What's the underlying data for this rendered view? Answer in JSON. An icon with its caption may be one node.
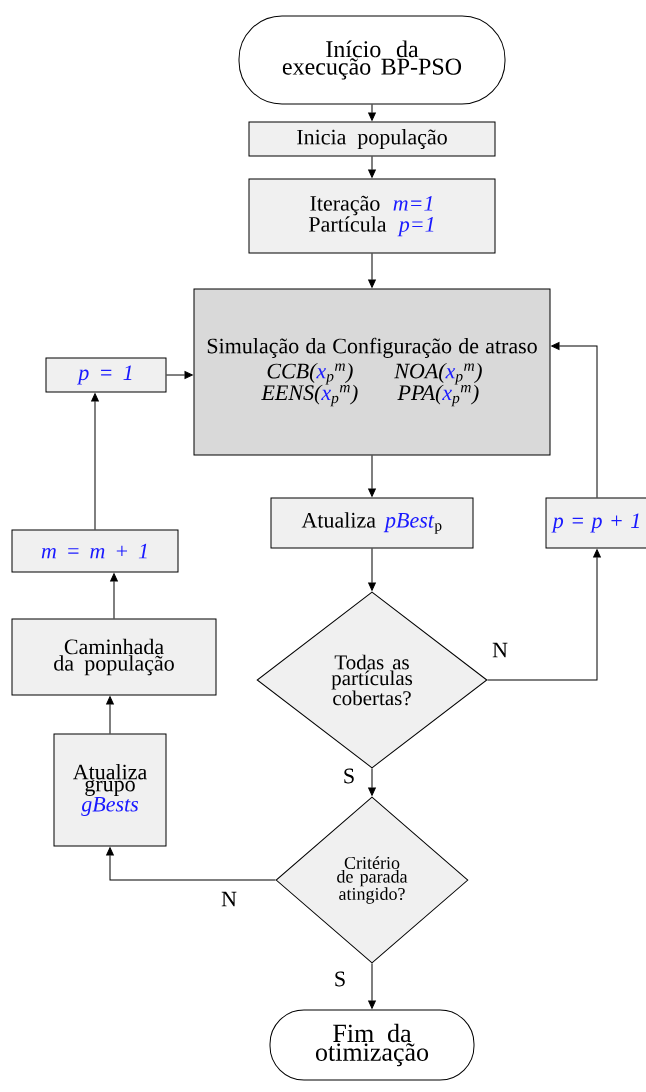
{
  "diagram": {
    "nodes": [
      {
        "text": [
          "Início da execução BP-PSO"
        ]
      },
      {
        "text": [
          "Inicia população"
        ]
      },
      {
        "text": [
          "Iteração *m=1*",
          "Partícula *p=1*"
        ]
      },
      {
        "text": [
          "Simulação da Configuração de atraso",
          "CCB(*x*$_{p}$$^{m}$)",
          "NOA(*x*$_{p}$$^{m}$)",
          "EENS(*x*$_{p}$$^{m}$)",
          "PPA(*x*$_{p}$$^{m}$)"
        ]
      },
      {
        "text": [
          "p = 1"
        ]
      },
      {
        "text": [
          "Atualiza *pBest*$_{p}$"
        ]
      },
      {
        "text": [
          "p = p + 1"
        ]
      },
      {
        "text": [
          "m = m + 1"
        ]
      },
      {
        "text": [
          "Todas as partículas cobertas?"
        ]
      },
      {
        "text": [
          "Caminhada da população"
        ]
      },
      {
        "text": [
          "Atualiza grupo *gBests*"
        ]
      },
      {
        "text": [
          "Critério de parada atingido?"
        ]
      },
      {
        "text": [
          "Fim da otimização"
        ]
      }
    ],
    "edges": [
      {
        "from": 0,
        "to": 1,
        "arrow": "to"
      },
      {
        "from": 1,
        "to": 2,
        "arrow": "to"
      },
      {
        "from": 2,
        "to": 3,
        "arrow": "to"
      },
      {
        "from": 3,
        "to": 5,
        "arrow": "to"
      },
      {
        "from": 5,
        "to": 8,
        "arrow": "to"
      },
      {
        "from": 8,
        "to": 6,
        "arrow": "to",
        "label": "N"
      },
      {
        "from": 6,
        "to": 3,
        "arrow": "to"
      },
      {
        "from": 8,
        "to": 11,
        "arrow": "to",
        "label": "S"
      },
      {
        "from": 11,
        "to": 10,
        "arrow": "to",
        "label": "N"
      },
      {
        "from": 10,
        "to": 9,
        "arrow": "to"
      },
      {
        "from": 9,
        "to": 7,
        "arrow": "to"
      },
      {
        "from": 7,
        "to": 4,
        "arrow": "to"
      },
      {
        "from": 4,
        "to": 3,
        "arrow": "to"
      },
      {
        "from": 11,
        "to": 12,
        "arrow": "to",
        "label": "S"
      }
    ]
  }
}
